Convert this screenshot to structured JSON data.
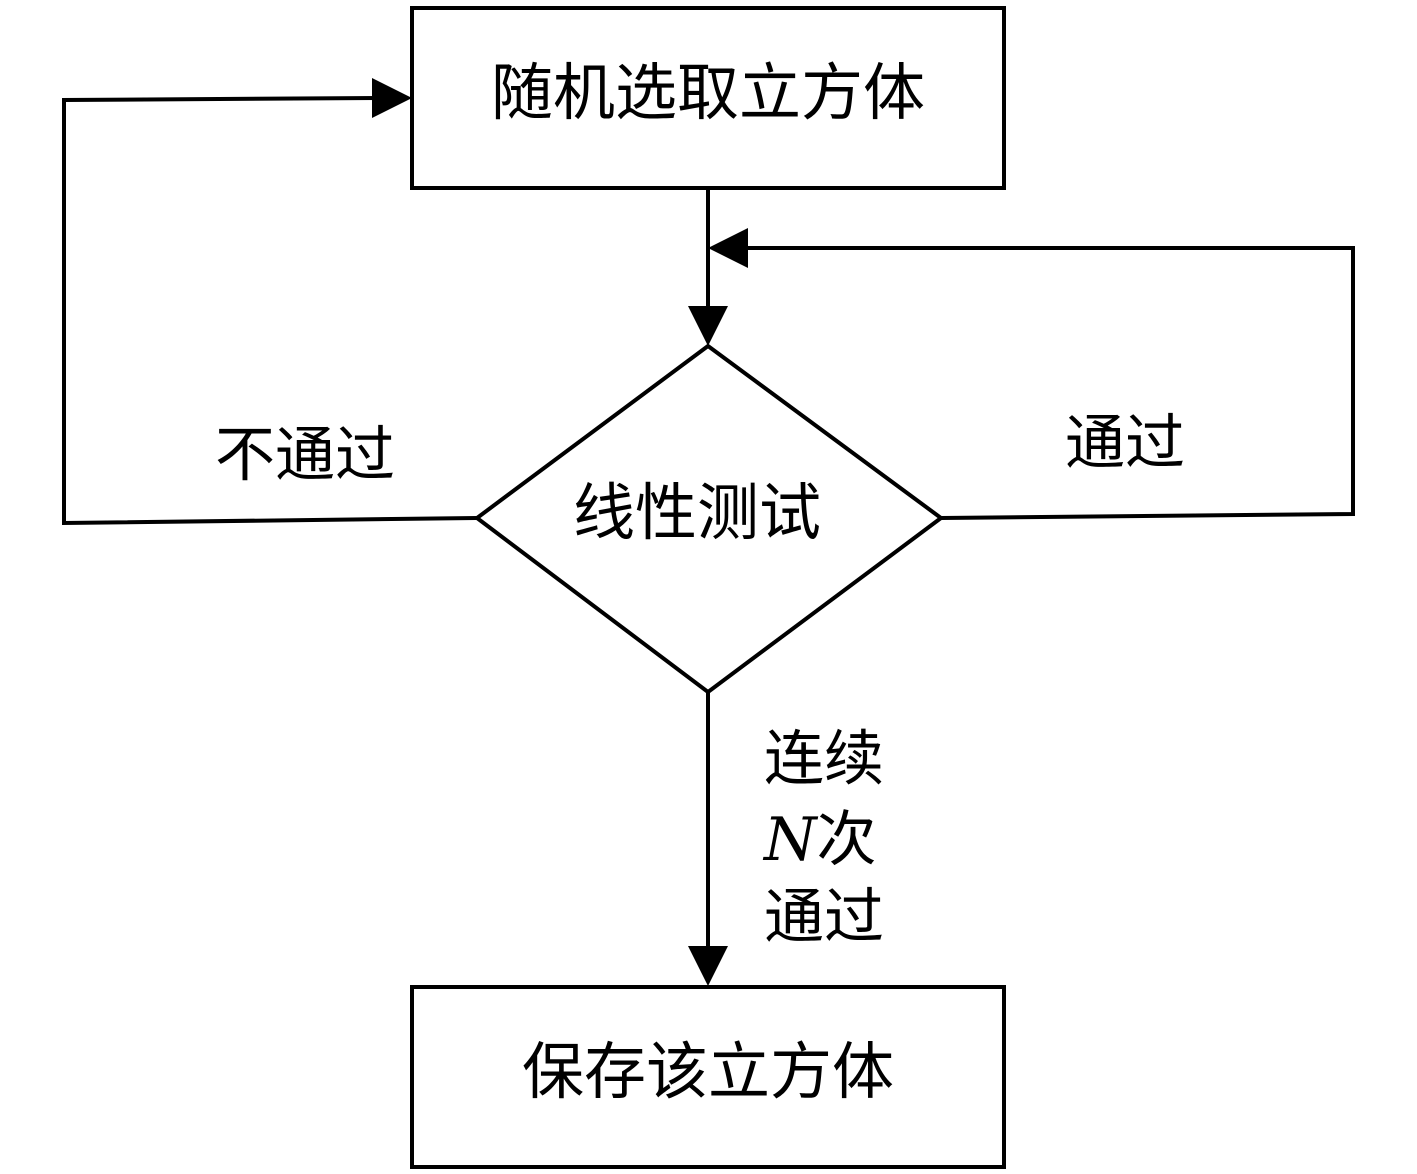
{
  "nodes": {
    "start": {
      "label": "随机选取立方体"
    },
    "decision": {
      "label": "线性测试"
    },
    "end": {
      "label": "保存该立方体"
    }
  },
  "edges": {
    "fail": {
      "label": "不通过"
    },
    "pass": {
      "label": "通过"
    },
    "pass_n": {
      "line1": "连续",
      "line2_var": "N",
      "line2_text": "次",
      "line3": "通过"
    }
  },
  "colors": {
    "stroke": "#000000",
    "background": "#ffffff"
  }
}
